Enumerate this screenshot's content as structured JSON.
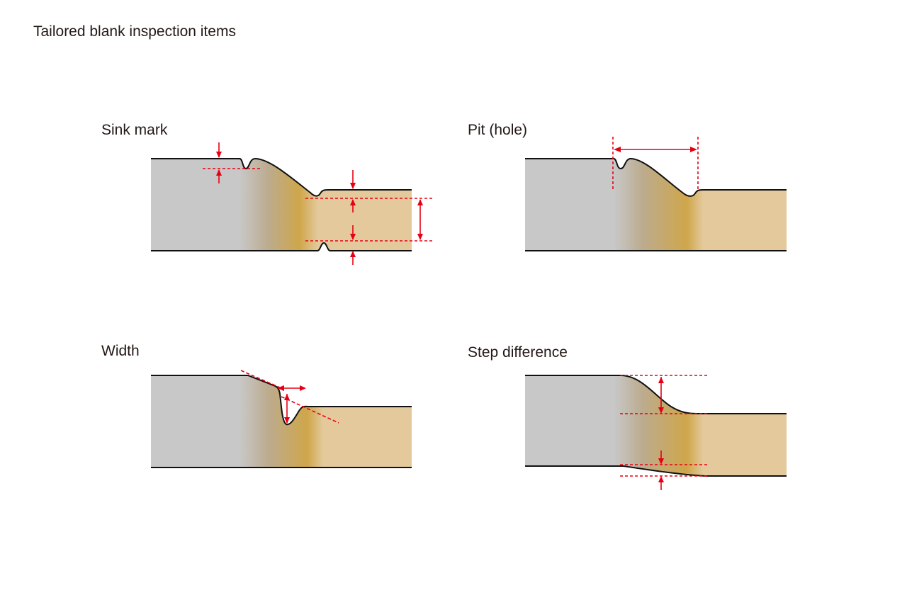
{
  "page": {
    "title": "Tailored blank inspection items"
  },
  "panels": [
    {
      "id": "sink-mark",
      "title": "Sink mark"
    },
    {
      "id": "pit",
      "title": "Pit (hole)"
    },
    {
      "id": "width",
      "title": "Width"
    },
    {
      "id": "step",
      "title": "Step difference"
    }
  ],
  "colors": {
    "steel_gray": "#c8c8c8",
    "weld_gold": "#cfa64a",
    "material_beige": "#e3c99b",
    "outline": "#111111",
    "measure_red": "#e60012"
  }
}
